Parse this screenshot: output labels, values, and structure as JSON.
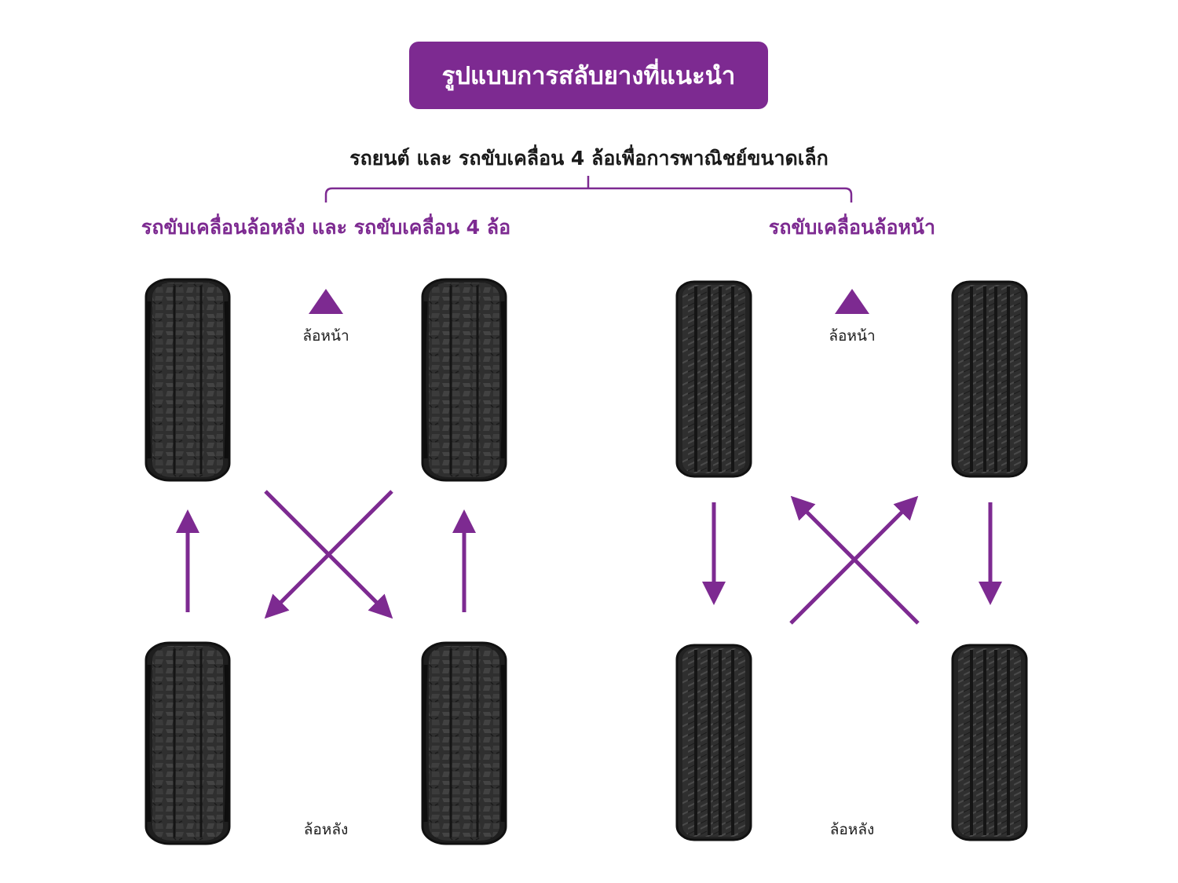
{
  "title": "รูปแบบการสลับยางที่แนะนำ",
  "subtitle": "รถยนต์ และ รถขับเคลื่อน 4 ล้อเพื่อการพาณิชย์ขนาดเล็ก",
  "left_section": {
    "heading": "รถขับเคลื่อนล้อหลัง และ รถขับเคลื่อน 4 ล้อ",
    "front_label": "ล้อหน้า",
    "rear_label": "ล้อหลัง",
    "tire_type": "all-terrain-tire"
  },
  "right_section": {
    "heading": "รถขับเคลื่อนล้อหน้า",
    "front_label": "ล้อหน้า",
    "rear_label": "ล้อหลัง",
    "tire_type": "highway-tire"
  },
  "colors": {
    "accent": "#7d2a91",
    "tire": "#2b2b2b",
    "text": "#1a1a1a"
  }
}
